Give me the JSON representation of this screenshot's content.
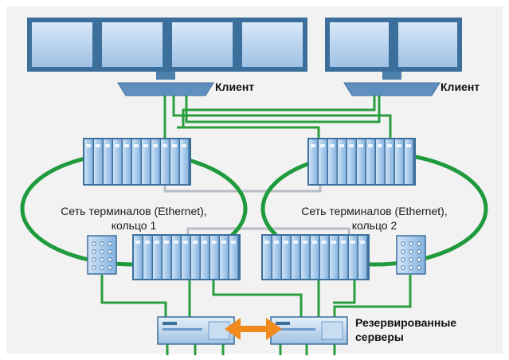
{
  "labels": {
    "client_left": "Клиент",
    "client_right": "Клиент",
    "ring1_line1": "Сеть терминалов (Ethernet),",
    "ring1_line2": "кольцо 1",
    "ring2_line1": "Сеть терминалов (Ethernet),",
    "ring2_line2": "кольцо 2",
    "servers_line1": "Резервированные",
    "servers_line2": "серверы"
  },
  "colors": {
    "background": "#f2f2f2",
    "ring": "#1f9a3c",
    "link": "#2a9e3e",
    "gray_link": "#b8bcc4",
    "device_fill": "#a9cbec",
    "device_stroke": "#3d6f9c",
    "redundancy_arrow": "#f08a1c"
  }
}
